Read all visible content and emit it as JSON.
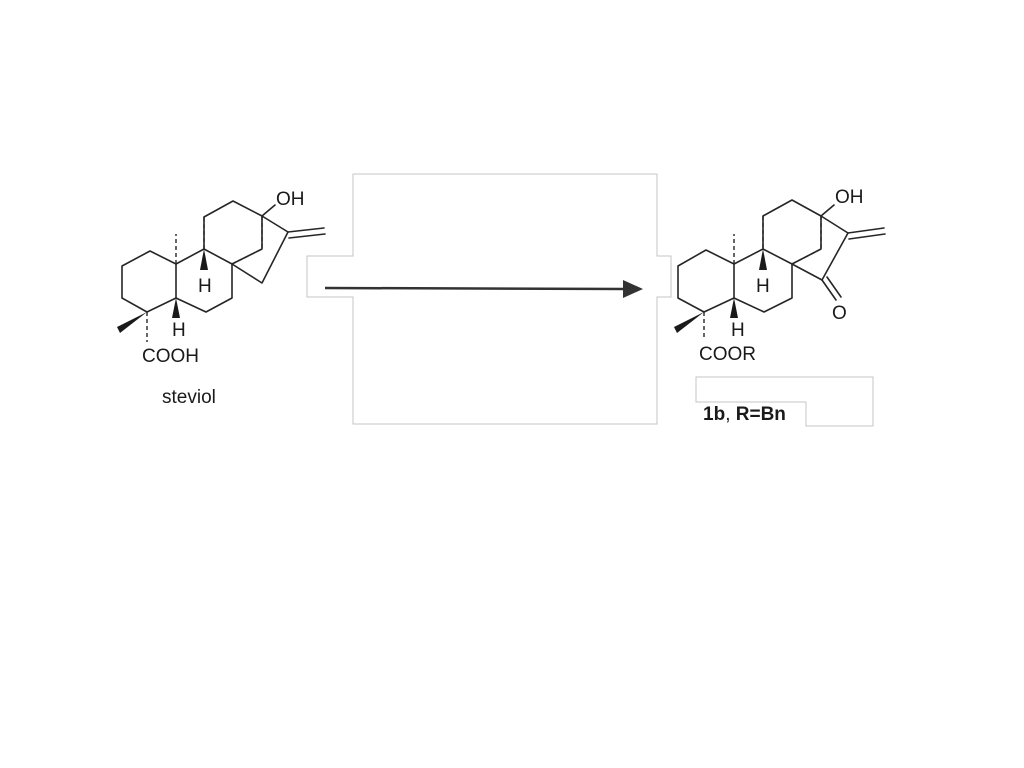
{
  "scheme": {
    "reactant": {
      "name": "steviol",
      "labels": {
        "hydroxyl": "OH",
        "h_upper": "H",
        "h_lower": "H",
        "acid": "COOH"
      }
    },
    "product": {
      "labels": {
        "hydroxyl": "OH",
        "h_upper": "H",
        "h_lower": "H",
        "ketone": "O",
        "ester": "COOR"
      },
      "caption": {
        "compound": "1b",
        "separator": ", ",
        "substituent": "R=Bn"
      }
    },
    "colors": {
      "ink": "#1a1a1a",
      "box_border": "#c4c4c4"
    }
  }
}
